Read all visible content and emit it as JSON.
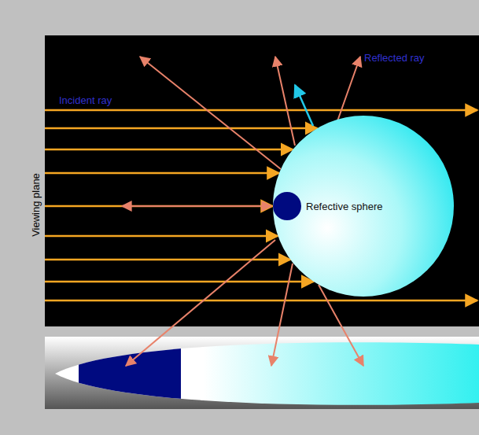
{
  "diagram": {
    "nodes": [
      {
        "text": [
          "Refective sphere"
        ]
      }
    ],
    "labels": [
      "Incident ray",
      "Reflected ray",
      "Viewing plane"
    ]
  }
}
